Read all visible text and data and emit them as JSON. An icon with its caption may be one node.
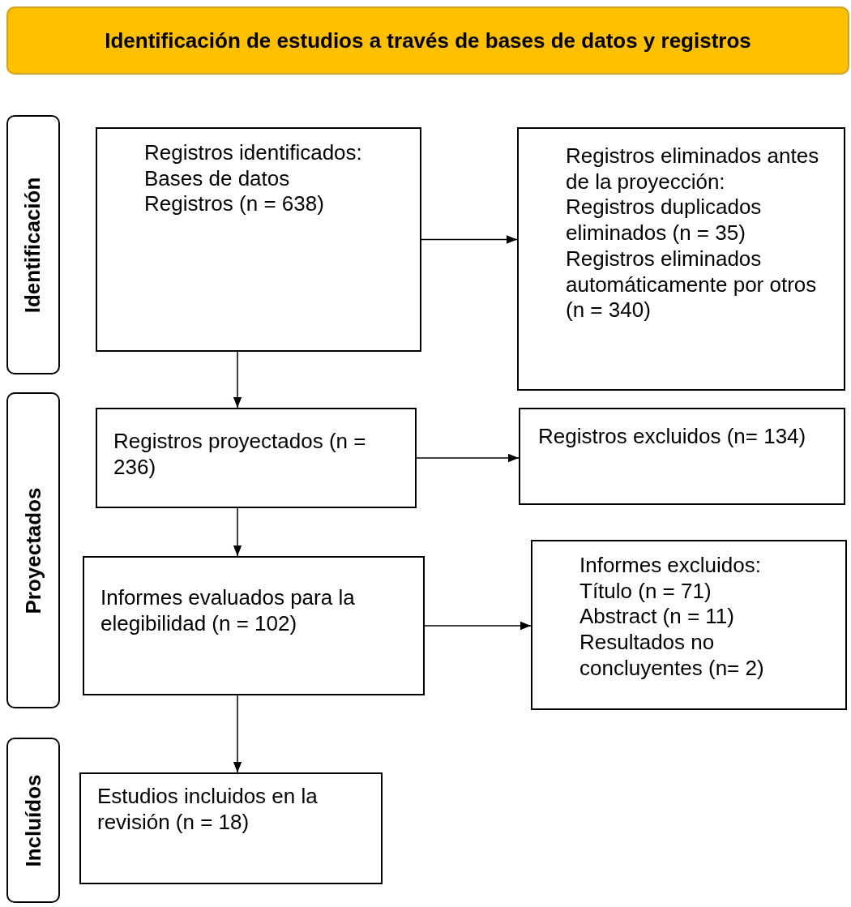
{
  "diagram": {
    "nodes": [
      {
        "text": [
          "Identificación de estudios a través de bases de datos y registros"
        ]
      },
      {
        "text": [
          "Identificación"
        ]
      },
      {
        "text": [
          "Proyectados"
        ]
      },
      {
        "text": [
          "Incluídos"
        ]
      },
      {
        "text": [
          "Registros identificados:",
          "Bases de datos",
          "Registros (n = 638)"
        ]
      },
      {
        "text": [
          "Registros eliminados antes de la proyección:",
          "Registros duplicados eliminados (n = 35)",
          "Registros eliminados automáticamente por otros (n = 340)"
        ]
      },
      {
        "text": [
          "Registros proyectados (n = 236)"
        ]
      },
      {
        "text": [
          "Registros excluidos (n= 134)"
        ]
      },
      {
        "text": [
          "Informes evaluados para la elegibilidad (n = 102)"
        ]
      },
      {
        "text": [
          "Informes excluidos:",
          "Título (n = 71)",
          "Abstract (n = 11)",
          "Resultados no concluyentes (n= 2)"
        ]
      },
      {
        "text": [
          "Estudios incluidos en la revisión (n = 18)"
        ]
      }
    ],
    "edges": [
      {
        "from": 4,
        "to": 5,
        "arrow": "to"
      },
      {
        "from": 4,
        "to": 6,
        "arrow": "to"
      },
      {
        "from": 6,
        "to": 7,
        "arrow": "to"
      },
      {
        "from": 6,
        "to": 8,
        "arrow": "to"
      },
      {
        "from": 8,
        "to": 9,
        "arrow": "to"
      },
      {
        "from": 8,
        "to": 10,
        "arrow": "to"
      }
    ]
  }
}
